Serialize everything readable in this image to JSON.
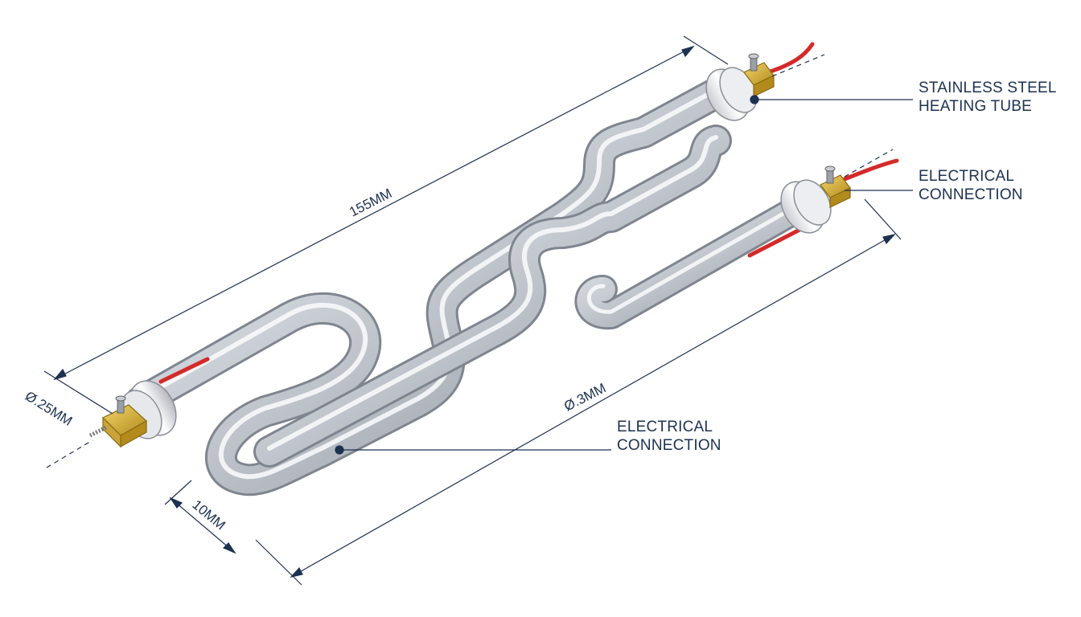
{
  "labels": {
    "tube_line1": "STAINLESS STEEL",
    "tube_line2": "HEATING TUBE",
    "conn_top_line1": "ELECTRICAL",
    "conn_top_line2": "CONNECTION",
    "conn_bottom_line1": "ELECTRICAL",
    "conn_bottom_line2": "CONNECTION"
  },
  "dimensions": {
    "length": "155MM",
    "diameter_left": "Ø.25MM",
    "diameter_right": "Ø.3MM",
    "pitch": "10MM"
  },
  "colors": {
    "line": "#1d3150",
    "tube_light": "#eef1f5",
    "tube_mid": "#b7bcc5",
    "tube_dark": "#7f858f",
    "brass": "#d9b030",
    "wire": "#d42a2a"
  }
}
